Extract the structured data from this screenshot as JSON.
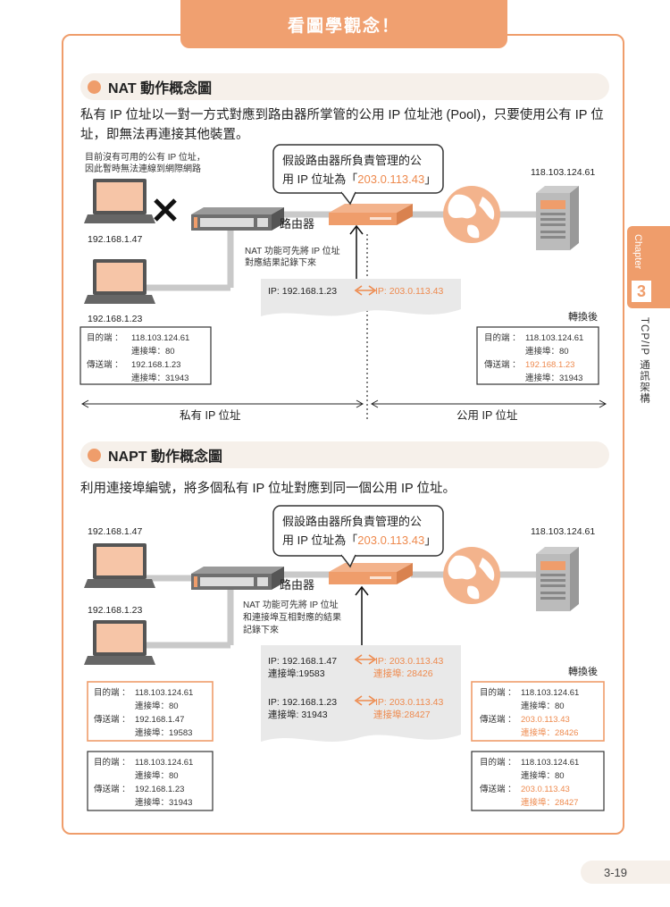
{
  "banner_title": "看圖學觀念！",
  "side": {
    "chapter": "Chapter",
    "number": "3",
    "title": "TCP/IP 通訊架構"
  },
  "page_number": "3-19",
  "nat": {
    "heading": "NAT 動作概念圖",
    "description": "私有 IP 位址以一對一方式對應到路由器所掌管的公用 IP 位址池 (Pool)，只要使用公有 IP 位址，即無法再連接其他裝置。",
    "note_no_ip_1": "目前沒有可用的公有 IP 位址，",
    "note_no_ip_2": "因此暫時無法連線到網際網路",
    "bubble_1": "假設路由器所負責管理的公",
    "bubble_2_prefix": "用 IP 位址為「",
    "bubble_2_ip": "203.0.113.43",
    "bubble_2_suffix": "」",
    "router_label": "路由器",
    "server_ip": "118.103.124.61",
    "pc1_ip": "192.168.1.47",
    "pc2_ip": "192.168.1.23",
    "router_note_1": "NAT 功能可先將 IP 位址",
    "router_note_2": "對應結果記錄下來",
    "table_left": "IP: 192.168.1.23",
    "table_right": "IP: 203.0.113.43",
    "converted_label": "轉換後",
    "left_packet": {
      "dst_label": "目的端 ：",
      "dst_ip": "118.103.124.61",
      "dst_port": "連接埠：80",
      "src_label": "傳送端 ：",
      "src_ip": "192.168.1.23",
      "src_port": "連接埠：31943"
    },
    "right_packet": {
      "dst_label": "目的端 ：",
      "dst_ip": "118.103.124.61",
      "dst_port": "連接埠：80",
      "src_label": "傳送端 ：",
      "src_ip": "192.168.1.23",
      "src_port": "連接埠：31943"
    },
    "private_label": "私有 IP 位址",
    "public_label": "公用 IP 位址"
  },
  "napt": {
    "heading": "NAPT 動作概念圖",
    "description": "利用連接埠編號，將多個私有 IP 位址對應到同一個公用 IP 位址。",
    "bubble_1": "假設路由器所負責管理的公",
    "bubble_2_prefix": "用 IP 位址為「",
    "bubble_2_ip": "203.0.113.43",
    "bubble_2_suffix": "」",
    "router_label": "路由器",
    "server_ip": "118.103.124.61",
    "pc1_ip": "192.168.1.47",
    "pc2_ip": "192.168.1.23",
    "router_note_1": "NAT 功能可先將 IP 位址",
    "router_note_2": "和連接埠互相對應的結果",
    "router_note_3": "記錄下來",
    "table": [
      {
        "left_ip": "IP: 192.168.1.47",
        "left_port": "連接埠:19583",
        "right_ip": "IP: 203.0.113.43",
        "right_port": "連接埠: 28426"
      },
      {
        "left_ip": "IP: 192.168.1.23",
        "left_port": "連接埠: 31943",
        "right_ip": "IP: 203.0.113.43",
        "right_port": "連接埠:28427"
      }
    ],
    "converted_label": "轉換後",
    "left_packets": [
      {
        "dst_label": "目的端 ：",
        "dst_ip": "118.103.124.61",
        "dst_port": "連接埠：80",
        "src_label": "傳送端 ：",
        "src_ip": "192.168.1.47",
        "src_port": "連接埠：19583"
      },
      {
        "dst_label": "目的端 ：",
        "dst_ip": "118.103.124.61",
        "dst_port": "連接埠：80",
        "src_label": "傳送端 ：",
        "src_ip": "192.168.1.23",
        "src_port": "連接埠：31943"
      }
    ],
    "right_packets": [
      {
        "dst_label": "目的端 ：",
        "dst_ip": "118.103.124.61",
        "dst_port": "連接埠：80",
        "src_label": "傳送端 ：",
        "src_ip": "203.0.113.43",
        "src_port": "連接埠：28426"
      },
      {
        "dst_label": "目的端 ：",
        "dst_ip": "118.103.124.61",
        "dst_port": "連接埠：80",
        "src_label": "傳送端 ：",
        "src_ip": "203.0.113.43",
        "src_port": "連接埠：28427"
      }
    ]
  },
  "colors": {
    "accent": "#ef9d6b",
    "accent_text": "#ee8a4e",
    "gray_line": "#c9c9c9",
    "table_bg": "#e9e9e9"
  }
}
